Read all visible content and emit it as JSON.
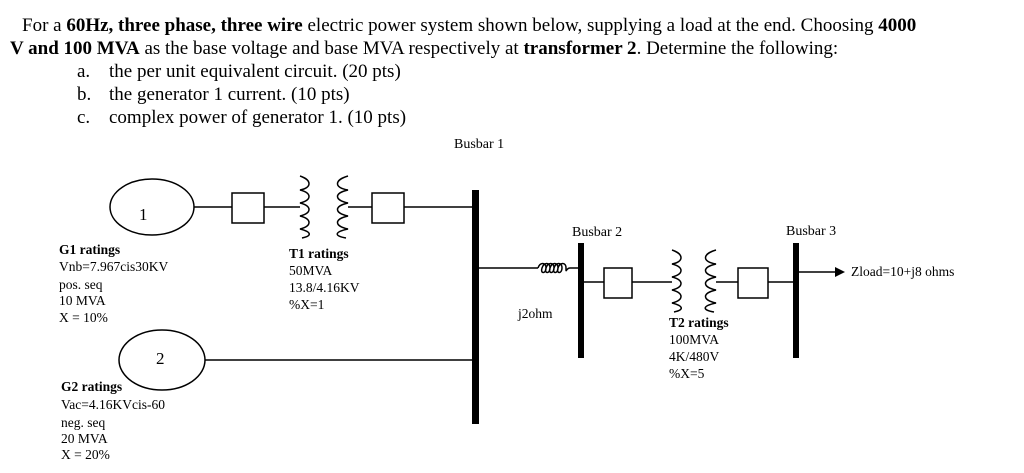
{
  "question": {
    "l1_a": "For a ",
    "l1_b": "60Hz, three phase, three wire",
    "l1_c": " electric power system shown below, supplying a load at the end. Choosing ",
    "l1_d": "4000",
    "l2_a": "V and 100 MVA",
    "l2_b": " as the base voltage and base MVA respectively at ",
    "l2_c": "transformer 2",
    "l2_d": ". Determine the following:",
    "items": [
      {
        "letter": "a.",
        "text": "the per unit equivalent circuit. (20 pts)"
      },
      {
        "letter": "b.",
        "text": "the generator 1 current. (10 pts)"
      },
      {
        "letter": "c.",
        "text": "complex power of generator 1. (10 pts)"
      }
    ]
  },
  "diagram": {
    "busbar1": "Busbar 1",
    "busbar2": "Busbar 2",
    "busbar3": "Busbar 3",
    "gen1_number": "1",
    "gen2_number": "2",
    "g1": {
      "title": "G1 ratings",
      "l1": "Vnb=7.967cis30KV",
      "l2": "pos. seq",
      "l3": "10 MVA",
      "l4": "X = 10%"
    },
    "g2": {
      "title": "G2 ratings",
      "l1": "Vac=4.16KVcis-60",
      "l2": "neg. seq",
      "l3": "20 MVA",
      "l4": "X = 20%"
    },
    "t1": {
      "title": "T1 ratings",
      "l1": "50MVA",
      "l2": "13.8/4.16KV",
      "l3": "%X=1"
    },
    "t2": {
      "title": "T2 ratings",
      "l1": "100MVA",
      "l2": "4K/480V",
      "l3": "%X=5"
    },
    "line_impedance": "j2ohm",
    "load": "Zload=10+j8 ohms"
  }
}
